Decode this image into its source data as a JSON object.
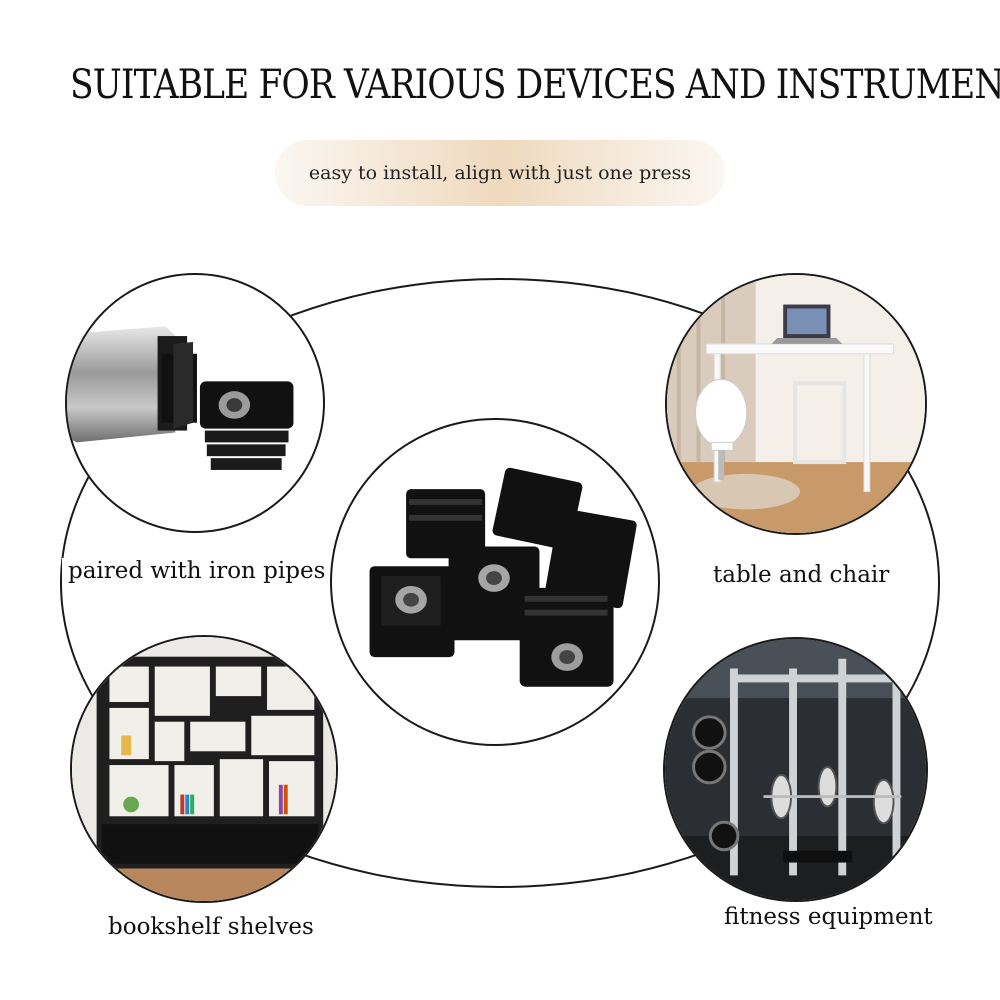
{
  "header": {
    "title": "SUITABLE FOR VARIOUS DEVICES AND INSTRUMENTS",
    "subtitle": "easy to install, align with just one press"
  },
  "items": [
    {
      "label": "paired with iron pipes",
      "icon": "iron-pipe-insert-image"
    },
    {
      "label": "table and chair",
      "icon": "desk-chair-image"
    },
    {
      "label": "bookshelf shelves",
      "icon": "bookshelf-image"
    },
    {
      "label": "fitness equipment",
      "icon": "gym-rack-image"
    }
  ],
  "center": {
    "icon": "square-tube-inserts-image"
  },
  "colors": {
    "pill_center": "#efd9be",
    "outline": "#1a1a1a",
    "text": "#111111"
  }
}
